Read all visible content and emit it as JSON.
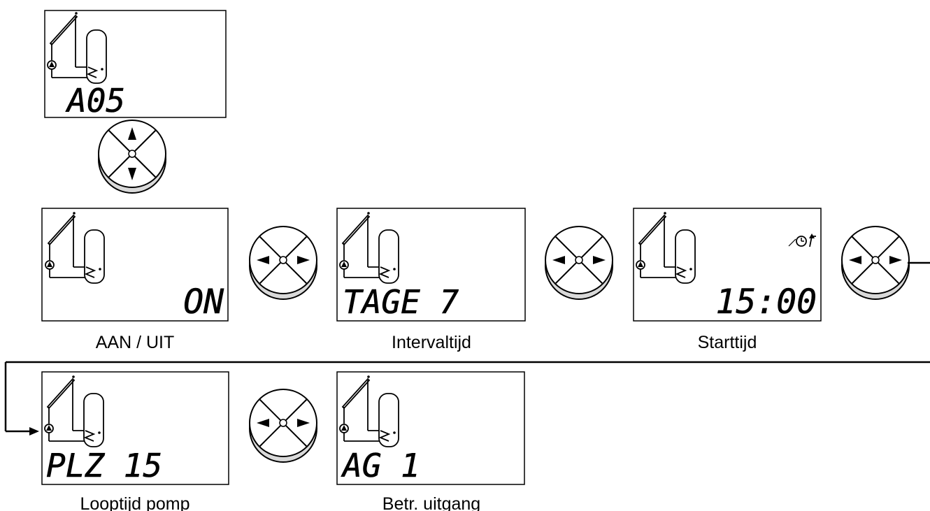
{
  "top_display": {
    "value": "A05"
  },
  "screens": [
    {
      "value": "ON",
      "caption": "AAN / UIT"
    },
    {
      "value": "TAGE 7",
      "caption": "Intervaltijd"
    },
    {
      "value": "15:00",
      "caption": "Starttijd",
      "icon": "clock-timer-icon"
    },
    {
      "value": "PLZ 15",
      "caption": "Looptijd pomp"
    },
    {
      "value": "AG 1",
      "caption": "Betr. uitgang"
    }
  ],
  "keypad_icons": [
    "up-arrow-icon",
    "down-arrow-icon",
    "left-arrow-icon",
    "right-arrow-icon"
  ]
}
